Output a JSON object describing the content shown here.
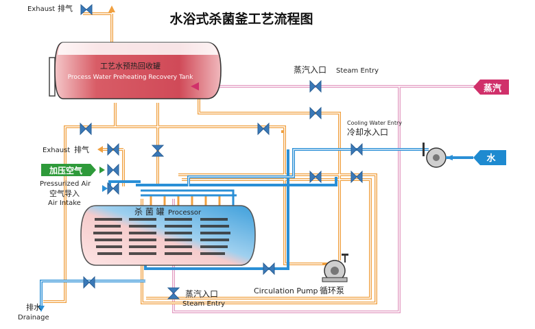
{
  "title": "水浴式杀菌釜工艺流程图",
  "labels": {
    "exhaust_top_en": "Exhaust",
    "exhaust_top_cn": "排气",
    "tank_cn": "工艺水预热回收罐",
    "tank_en": "Process Water Preheating Recovery Tank",
    "steam_entry_top_cn": "蒸汽入口",
    "steam_entry_top_en": "Steam Entry",
    "steam_tag": "蒸汽",
    "cooling_en": "Cooling Water Entry",
    "cooling_cn": "冷却水入口",
    "water_tag": "水",
    "exhaust_mid_en": "Exhaust",
    "exhaust_mid_cn": "排气",
    "pressurized_cn": "加压空气",
    "pressurized_en": "Pressurized Air",
    "air_intake_cn": "空气导入",
    "air_intake_en": "Air Intake",
    "processor_cn": "杀 菌 罐",
    "processor_en": "Processor",
    "drainage_cn": "排水",
    "drainage_en": "Drainage",
    "steam_entry_bottom_cn": "蒸汽入口",
    "steam_entry_bottom_en": "Steam Entry",
    "pump_en": "Circulation Pump",
    "pump_cn": "循环泵"
  },
  "colors": {
    "orange_pipe": "#f0a040",
    "blue_pipe": "#2a8fd6",
    "pink_pipe": "#e8a0c8",
    "steam_tag": "#d0306a",
    "water_tag": "#1e8ad0",
    "pressurized_tag": "#2e9a3a",
    "valve": "#3a79b8"
  }
}
